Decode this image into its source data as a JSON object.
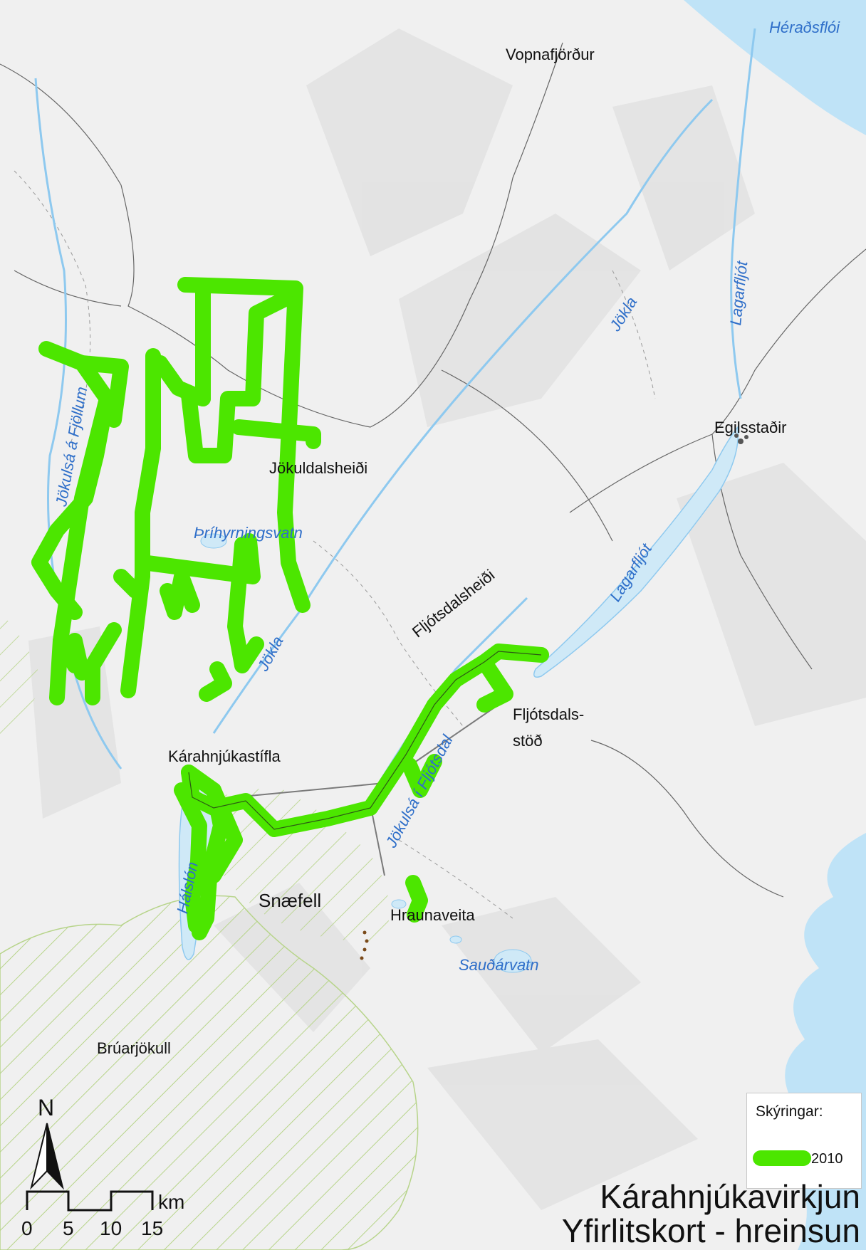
{
  "map": {
    "title_line1": "Kárahnjúkavirkjun",
    "title_line2": "Yfirlitskort - hreinsun",
    "colors": {
      "land": "#f0f0f0",
      "sea": "#bfe3f7",
      "lake": "#cfe9f7",
      "cleanup_route": "#4ce600",
      "glacier_hatch": "#b7d48a",
      "water_label": "#2f6fc9"
    },
    "place_labels": {
      "vopnafjordur": "Vopnafjörður",
      "egilsstadir": "Egilsstaðir",
      "jokuldalsheidi": "Jökuldalsheiði",
      "fljotsdalsheidi": "Fljótsdalsheiði",
      "fljotsdalsstod_line1": "Fljótsdals-",
      "fljotsdalsstod_line2": "stöð",
      "karahnjukastifla": "Kárahnjúkastífla",
      "snaefell": "Snæfell",
      "hraunaveita": "Hraunaveita",
      "bruarjokull": "Brúarjökull"
    },
    "water_labels": {
      "heradsfloi": "Héraðsflói",
      "jokla_north": "Jökla",
      "lagarfljot_north": "Lagarfljót",
      "jokulsa_a_fjollum": "Jökulsá á Fjöllum",
      "thrihyrningsvatn": "Þríhyrningsvatn",
      "lagarfljot_south": "Lagarfljót",
      "jokla_south": "Jökla",
      "jokulsa_i_fljotsdal": "Jökulsá í Fljótsdal",
      "halslon": "Hálslón",
      "saudarvatn": "Sauðárvatn"
    },
    "legend": {
      "title": "Skýringar:",
      "items": [
        {
          "label": "2010",
          "color": "#4ce600"
        }
      ]
    },
    "north_arrow": {
      "label": "N",
      "icon": "north-arrow-icon"
    },
    "scale_bar": {
      "unit": "km",
      "ticks": [
        "0",
        "5",
        "10",
        "15"
      ]
    }
  }
}
